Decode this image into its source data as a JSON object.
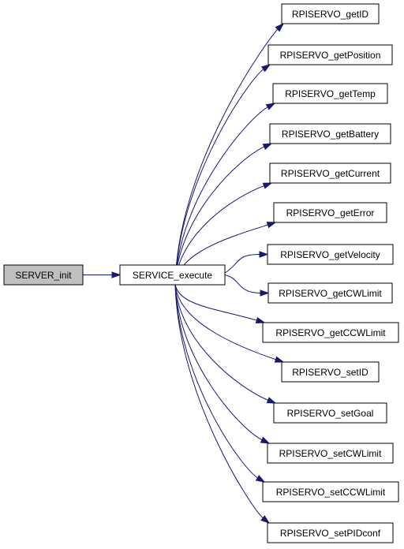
{
  "colors": {
    "edge": "#191970",
    "node_fill": "#ffffff",
    "root_fill": "#bfbfbf",
    "border": "#000000"
  },
  "nodes": {
    "root": {
      "label": "SERVER_init"
    },
    "execute": {
      "label": "SERVICE_execute"
    },
    "get_id": {
      "label": "RPISERVO_getID"
    },
    "get_position": {
      "label": "RPISERVO_getPosition"
    },
    "get_temp": {
      "label": "RPISERVO_getTemp"
    },
    "get_battery": {
      "label": "RPISERVO_getBattery"
    },
    "get_current": {
      "label": "RPISERVO_getCurrent"
    },
    "get_error": {
      "label": "RPISERVO_getError"
    },
    "get_velocity": {
      "label": "RPISERVO_getVelocity"
    },
    "get_cw_limit": {
      "label": "RPISERVO_getCWLimit"
    },
    "get_ccw_limit": {
      "label": "RPISERVO_getCCWLimit"
    },
    "set_id": {
      "label": "RPISERVO_setID"
    },
    "set_goal": {
      "label": "RPISERVO_setGoal"
    },
    "set_cw_limit": {
      "label": "RPISERVO_setCWLimit"
    },
    "set_ccw_limit": {
      "label": "RPISERVO_setCCWLimit"
    },
    "set_pid_conf": {
      "label": "RPISERVO_setPIDconf"
    }
  },
  "edges": [
    {
      "from": "root",
      "to": "execute"
    },
    {
      "from": "execute",
      "to": "get_id"
    },
    {
      "from": "execute",
      "to": "get_position"
    },
    {
      "from": "execute",
      "to": "get_temp"
    },
    {
      "from": "execute",
      "to": "get_battery"
    },
    {
      "from": "execute",
      "to": "get_current"
    },
    {
      "from": "execute",
      "to": "get_error"
    },
    {
      "from": "execute",
      "to": "get_velocity"
    },
    {
      "from": "execute",
      "to": "get_cw_limit"
    },
    {
      "from": "execute",
      "to": "get_ccw_limit"
    },
    {
      "from": "execute",
      "to": "set_id"
    },
    {
      "from": "execute",
      "to": "set_goal"
    },
    {
      "from": "execute",
      "to": "set_cw_limit"
    },
    {
      "from": "execute",
      "to": "set_ccw_limit"
    },
    {
      "from": "execute",
      "to": "set_pid_conf"
    }
  ]
}
